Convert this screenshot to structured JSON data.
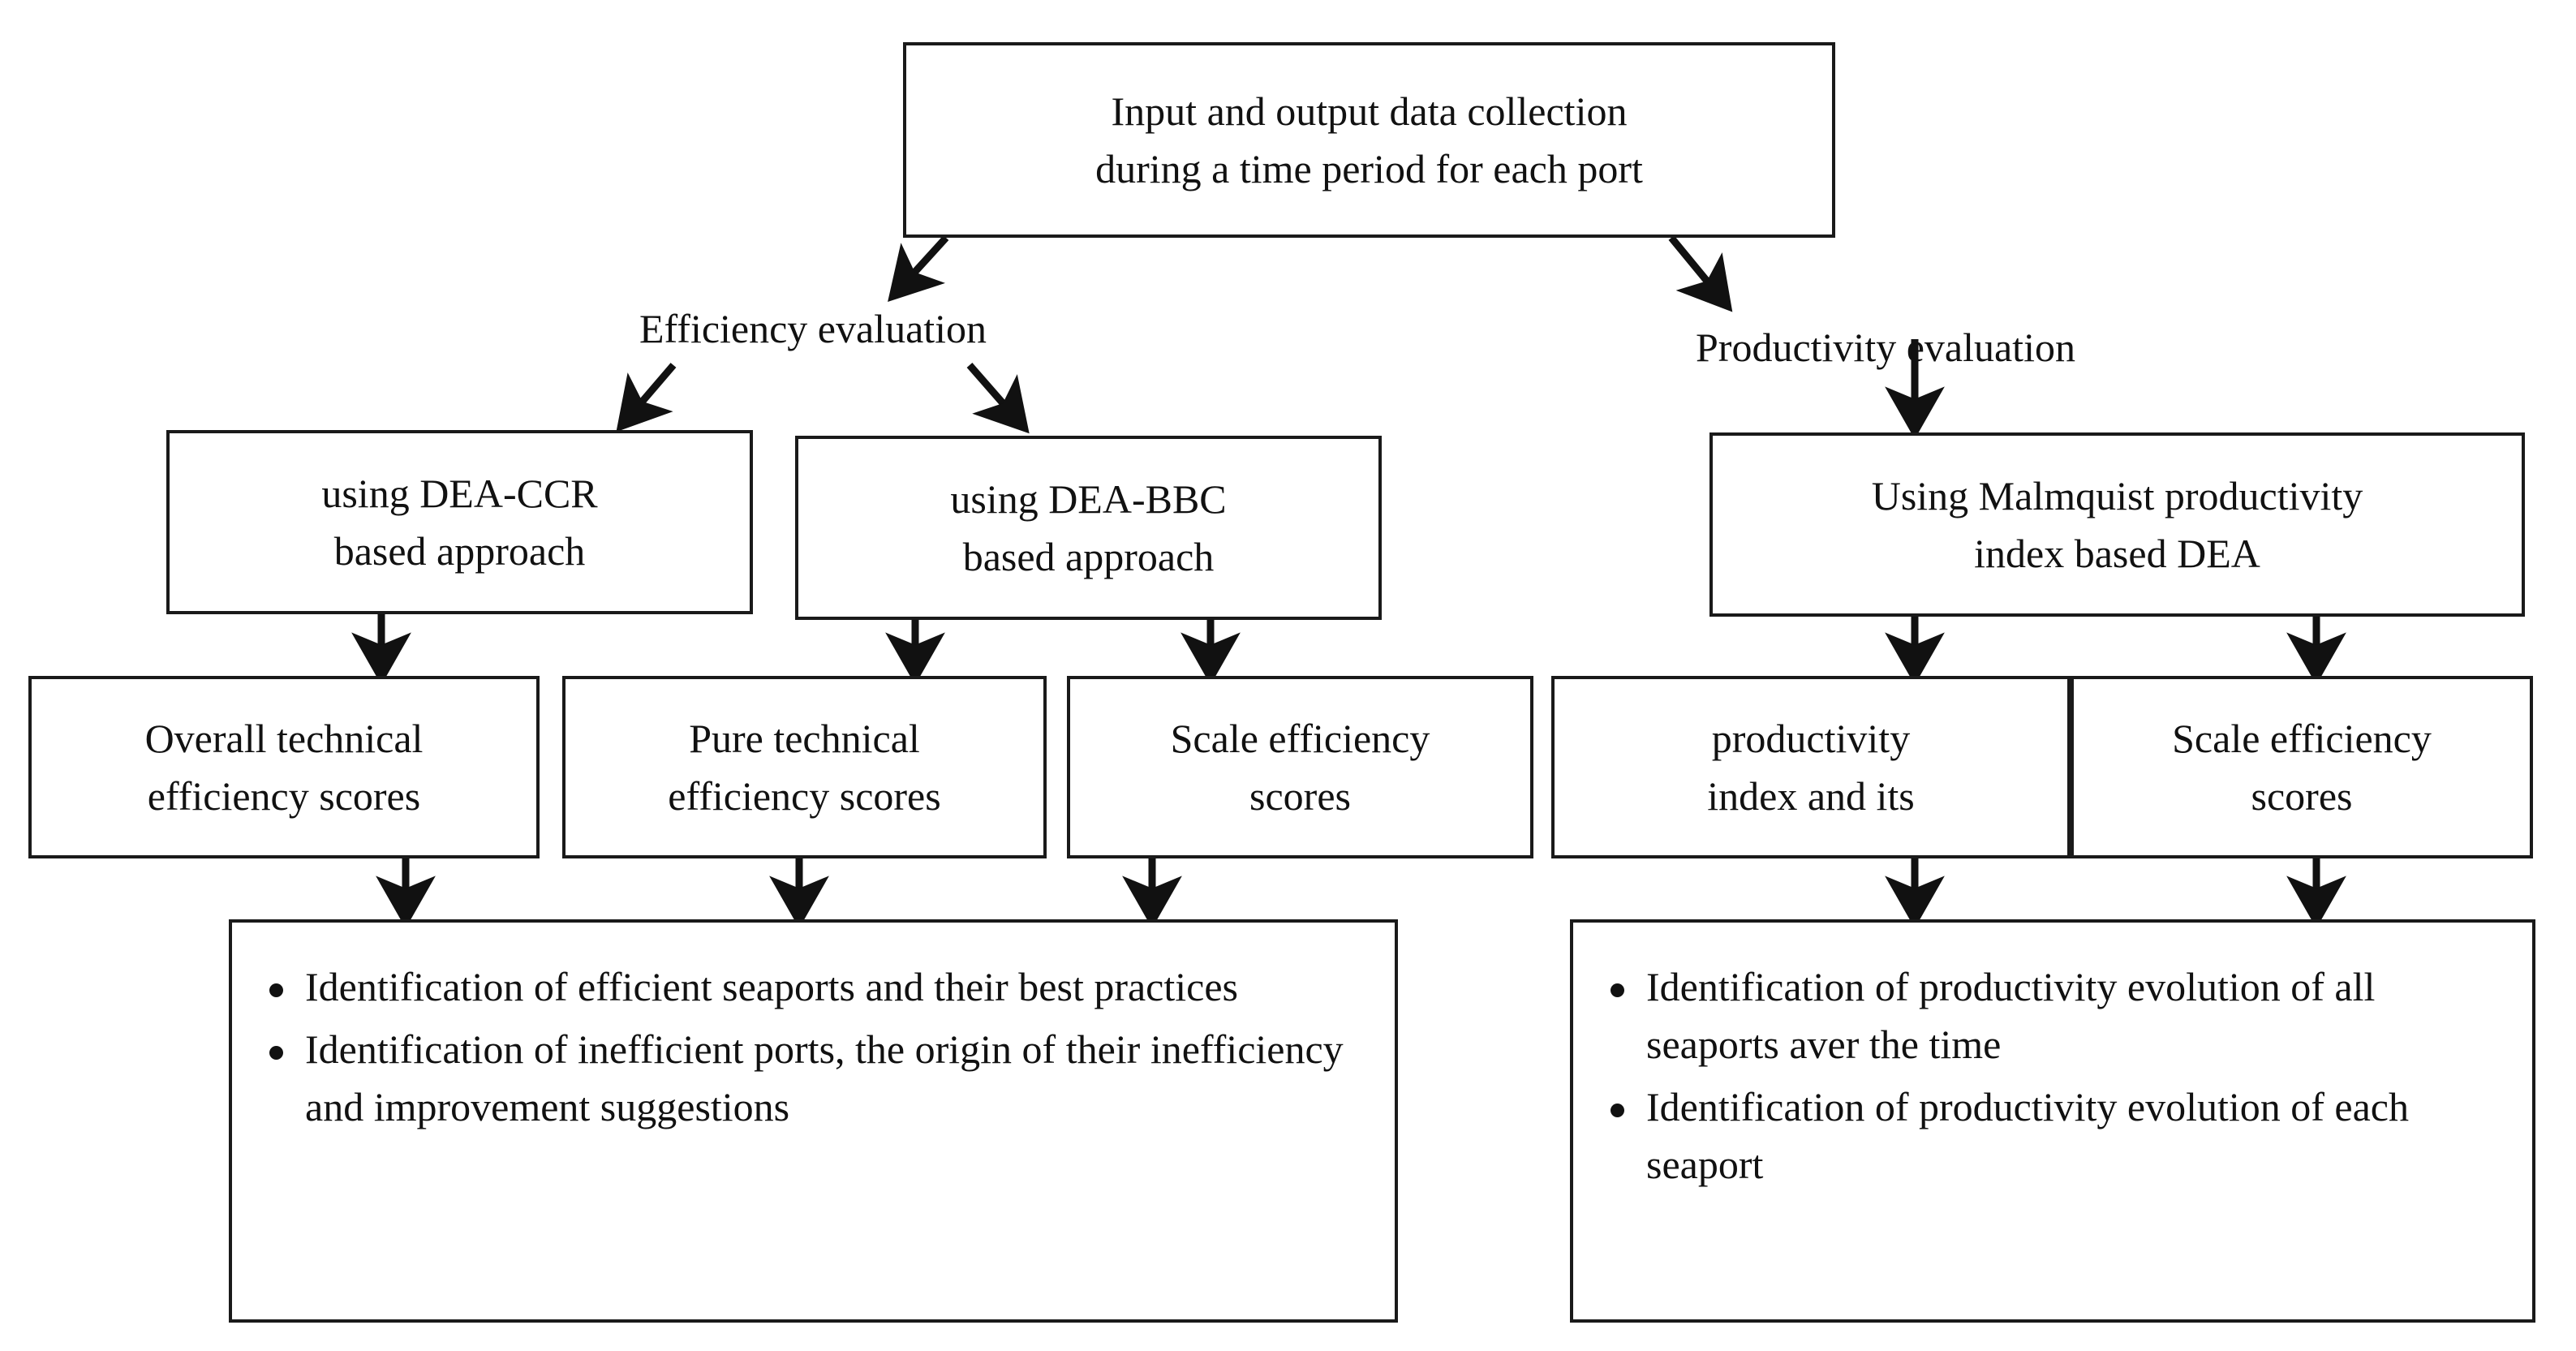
{
  "diagram": {
    "title_node": {
      "id": "input-output-collection",
      "lines": [
        "Input and output data collection",
        "during a time period for each port"
      ]
    },
    "branch_labels": {
      "efficiency": "Efficiency evaluation",
      "productivity": "Productivity evaluation"
    },
    "method_nodes": [
      {
        "id": "dea-ccr",
        "lines": [
          "using DEA-CCR",
          "based approach"
        ]
      },
      {
        "id": "dea-bbc",
        "lines": [
          "using DEA-BBC",
          "based approach"
        ]
      },
      {
        "id": "malmquist",
        "lines": [
          "Using Malmquist productivity",
          "index based DEA"
        ]
      }
    ],
    "score_nodes": [
      {
        "id": "overall-technical-efficiency",
        "lines": [
          "Overall technical",
          "efficiency scores"
        ]
      },
      {
        "id": "pure-technical-efficiency",
        "lines": [
          "Pure technical",
          "efficiency scores"
        ]
      },
      {
        "id": "scale-efficiency-left",
        "lines": [
          "Scale efficiency",
          "scores"
        ]
      },
      {
        "id": "productivity-index",
        "lines": [
          "productivity",
          "index and its"
        ]
      },
      {
        "id": "scale-efficiency-right",
        "lines": [
          "Scale efficiency",
          "scores"
        ]
      }
    ],
    "outcome_nodes": [
      {
        "id": "efficiency-outcomes",
        "bullets": [
          "Identification of efficient seaports and their best practices",
          "Identification of inefficient ports, the origin of their inefficiency and improvement suggestions"
        ]
      },
      {
        "id": "productivity-outcomes",
        "bullets": [
          "Identification of productivity evolution of all seaports aver the time",
          "Identification of productivity evolution of each seaport"
        ]
      }
    ],
    "colors": {
      "stroke": "#1a1a1a",
      "background": "#ffffff",
      "text": "#111111"
    }
  }
}
